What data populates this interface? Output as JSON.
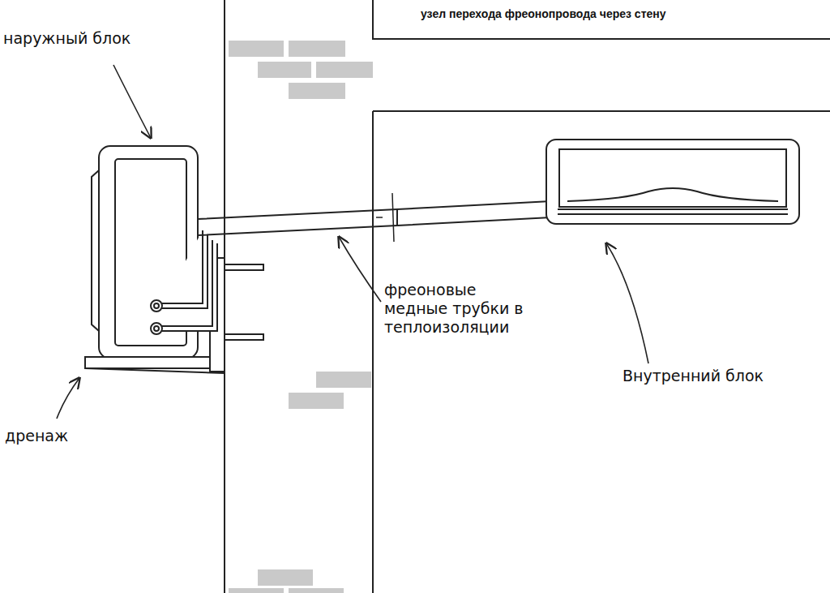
{
  "diagram": {
    "title": "узел перехода фреонопровода через стену",
    "labels": [
      "наружный блок",
      "фреоновые медные трубки в теплоизоляции",
      "Внутренний блок",
      "дренаж"
    ]
  }
}
